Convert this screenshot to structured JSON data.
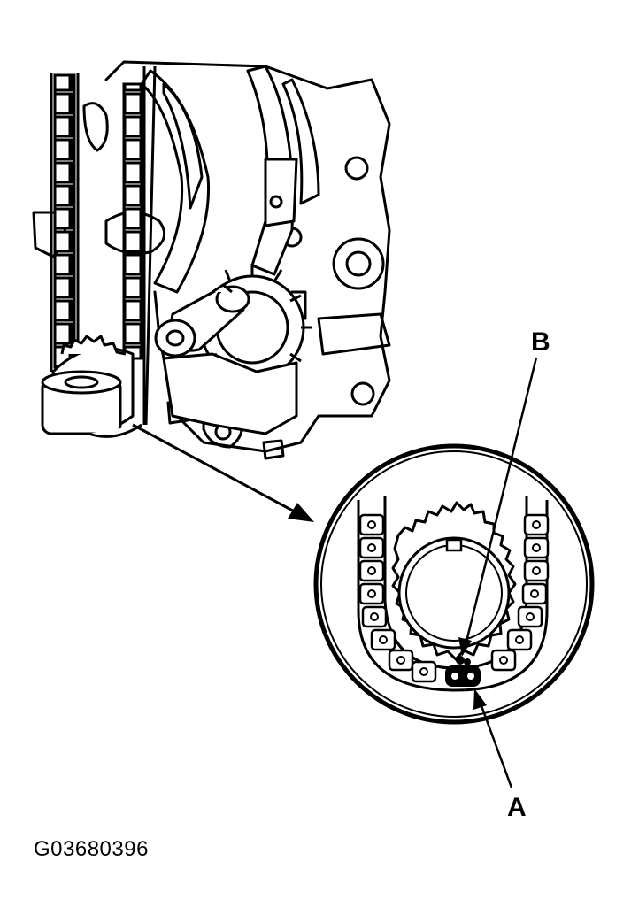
{
  "callouts": {
    "a": "A",
    "b": "B"
  },
  "figure_id": "G03680396",
  "colors": {
    "ink": "#000000",
    "paper": "#ffffff"
  }
}
